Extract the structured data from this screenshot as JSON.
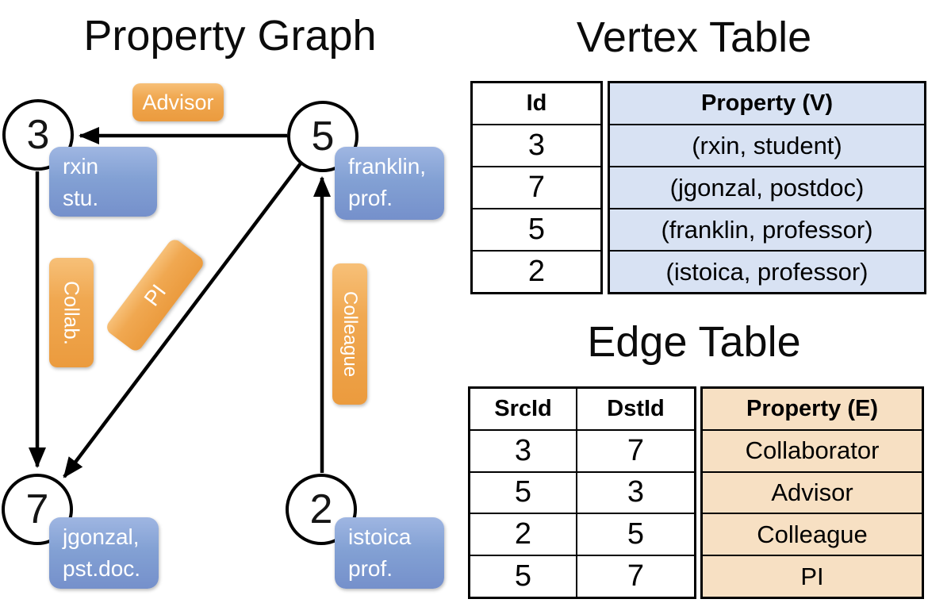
{
  "graph": {
    "title": "Property Graph",
    "nodes": {
      "n3": "3",
      "n5": "5",
      "n7": "7",
      "n2": "2"
    },
    "vertex_labels": {
      "rxin": {
        "line1": "rxin",
        "line2": "stu."
      },
      "franklin": {
        "line1": "franklin,",
        "line2": "prof."
      },
      "jgonzal": {
        "line1": "jgonzal,",
        "line2": "pst.doc."
      },
      "istoica": {
        "line1": "istoica",
        "line2": "prof."
      }
    },
    "edge_labels": {
      "advisor": "Advisor",
      "collab": "Collab.",
      "pi": "PI",
      "colleague": "Colleague"
    }
  },
  "vertex_table": {
    "title": "Vertex Table",
    "headers": {
      "id": "Id",
      "property": "Property (V)"
    },
    "rows": [
      {
        "id": "3",
        "property": "(rxin, student)"
      },
      {
        "id": "7",
        "property": "(jgonzal, postdoc)"
      },
      {
        "id": "5",
        "property": "(franklin, professor)"
      },
      {
        "id": "2",
        "property": "(istoica, professor)"
      }
    ]
  },
  "edge_table": {
    "title": "Edge Table",
    "headers": {
      "src": "SrcId",
      "dst": "DstId",
      "property": "Property (E)"
    },
    "rows": [
      {
        "src": "3",
        "dst": "7",
        "property": "Collaborator"
      },
      {
        "src": "5",
        "dst": "3",
        "property": "Advisor"
      },
      {
        "src": "2",
        "dst": "5",
        "property": "Colleague"
      },
      {
        "src": "5",
        "dst": "7",
        "property": "PI"
      }
    ]
  },
  "colors": {
    "edge_label_fill": "#eb9b3e",
    "vertex_label_fill": "#7590cb",
    "vertex_property_fill": "#d8e2f3",
    "edge_property_fill": "#f7e0c3",
    "line_color": "#000000"
  }
}
